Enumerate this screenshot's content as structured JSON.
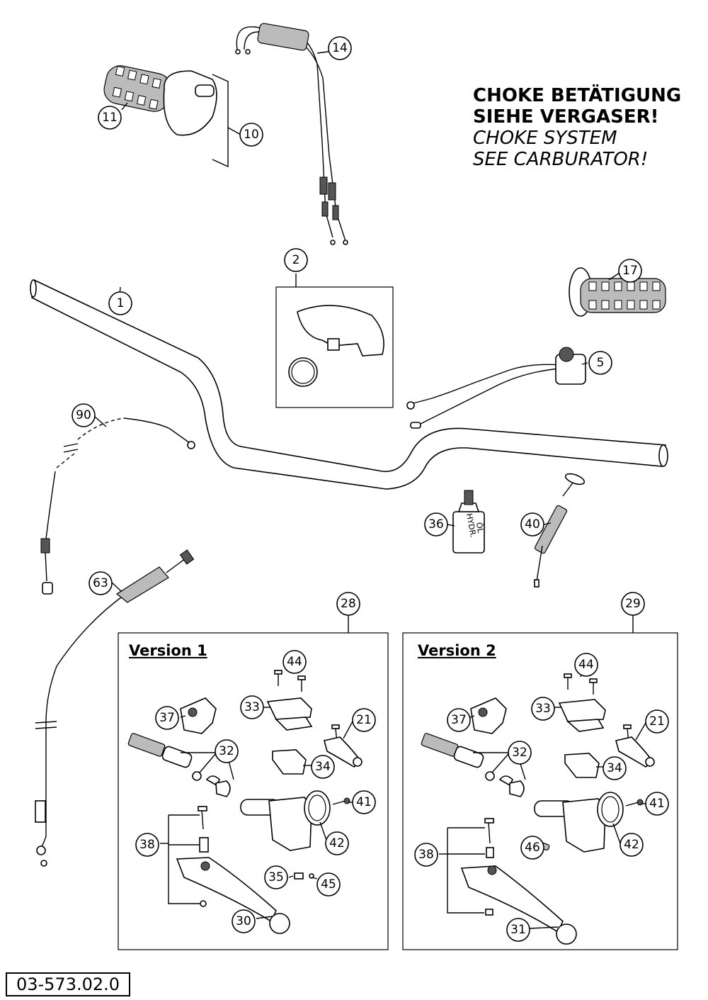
{
  "note": {
    "de_line1": "CHOKE BETÄTIGUNG",
    "de_line2": "SIEHE VERGASER!",
    "en_line1": "CHOKE SYSTEM",
    "en_line2": "SEE CARBURATOR!"
  },
  "versions": {
    "v1": "Version 1",
    "v2": "Version 2"
  },
  "reference_code": "03-573.02.0",
  "callouts": {
    "c1": "1",
    "c2": "2",
    "c5": "5",
    "c10": "10",
    "c11": "11",
    "c14": "14",
    "c17": "17",
    "c90": "90",
    "c63": "63",
    "c36": "36",
    "c40": "40",
    "c28": "28",
    "c29": "29",
    "v1_44": "44",
    "v1_37": "37",
    "v1_33": "33",
    "v1_21": "21",
    "v1_32": "32",
    "v1_34": "34",
    "v1_41": "41",
    "v1_42": "42",
    "v1_38": "38",
    "v1_35": "35",
    "v1_45": "45",
    "v1_30": "30",
    "v2_44": "44",
    "v2_37": "37",
    "v2_33": "33",
    "v2_21": "21",
    "v2_32": "32",
    "v2_34": "34",
    "v2_41": "41",
    "v2_42": "42",
    "v2_38": "38",
    "v2_46": "46",
    "v2_31": "31"
  },
  "oil_label": {
    "line1": "HYDR.",
    "line2": "ÖL"
  }
}
